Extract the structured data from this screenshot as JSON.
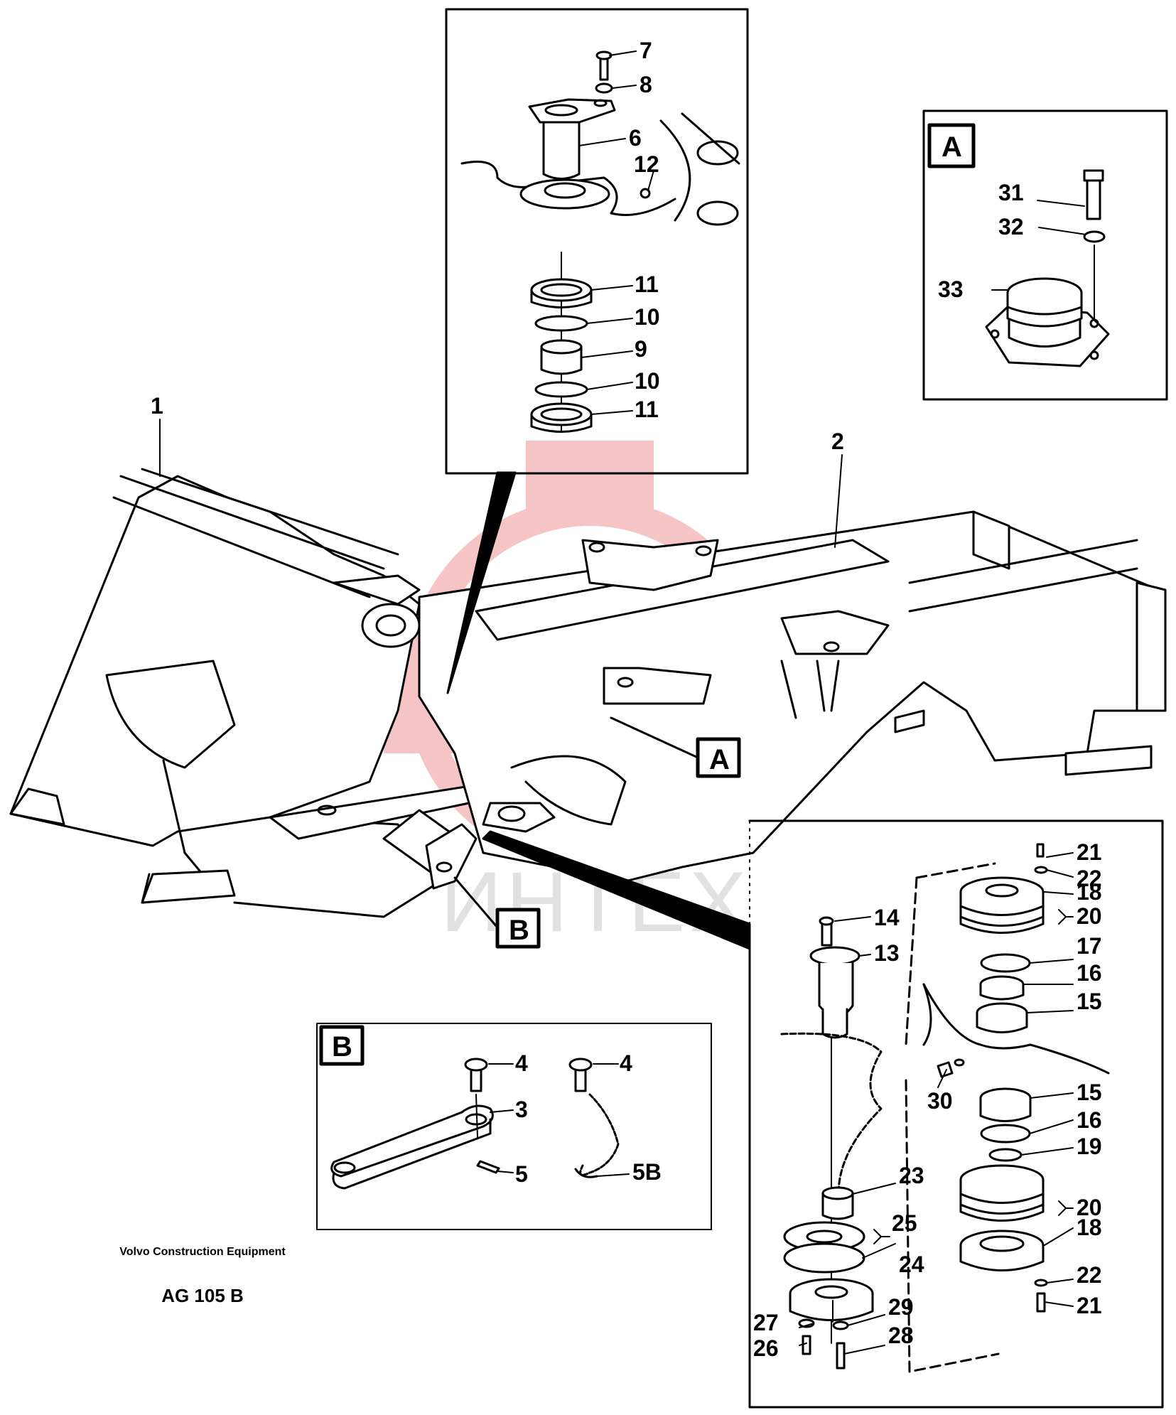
{
  "colors": {
    "line": "#000000",
    "watermark": "#f3b6b6",
    "background": "#ffffff"
  },
  "watermark": {
    "text": "ИНТЕХ"
  },
  "footer": {
    "company": "Volvo Construction Equipment",
    "code": "AG 105 B"
  },
  "main_labels": [
    "1",
    "2"
  ],
  "inset_top": {
    "labels": [
      "7",
      "8",
      "6",
      "12",
      "11",
      "10",
      "9",
      "10",
      "11"
    ]
  },
  "inset_a": {
    "tag": "A",
    "labels": [
      "31",
      "32",
      "33"
    ]
  },
  "inset_b": {
    "tag": "B",
    "labels": [
      "4",
      "3",
      "5",
      "4",
      "5B"
    ]
  },
  "inset_hinge": {
    "labels": [
      "21",
      "22",
      "18",
      "20",
      "17",
      "14",
      "13",
      "16",
      "15",
      "15",
      "30",
      "16",
      "19",
      "23",
      "20",
      "25",
      "18",
      "24",
      "22",
      "21",
      "27",
      "29",
      "26",
      "28"
    ]
  },
  "pointer_tags": [
    "A",
    "B"
  ]
}
